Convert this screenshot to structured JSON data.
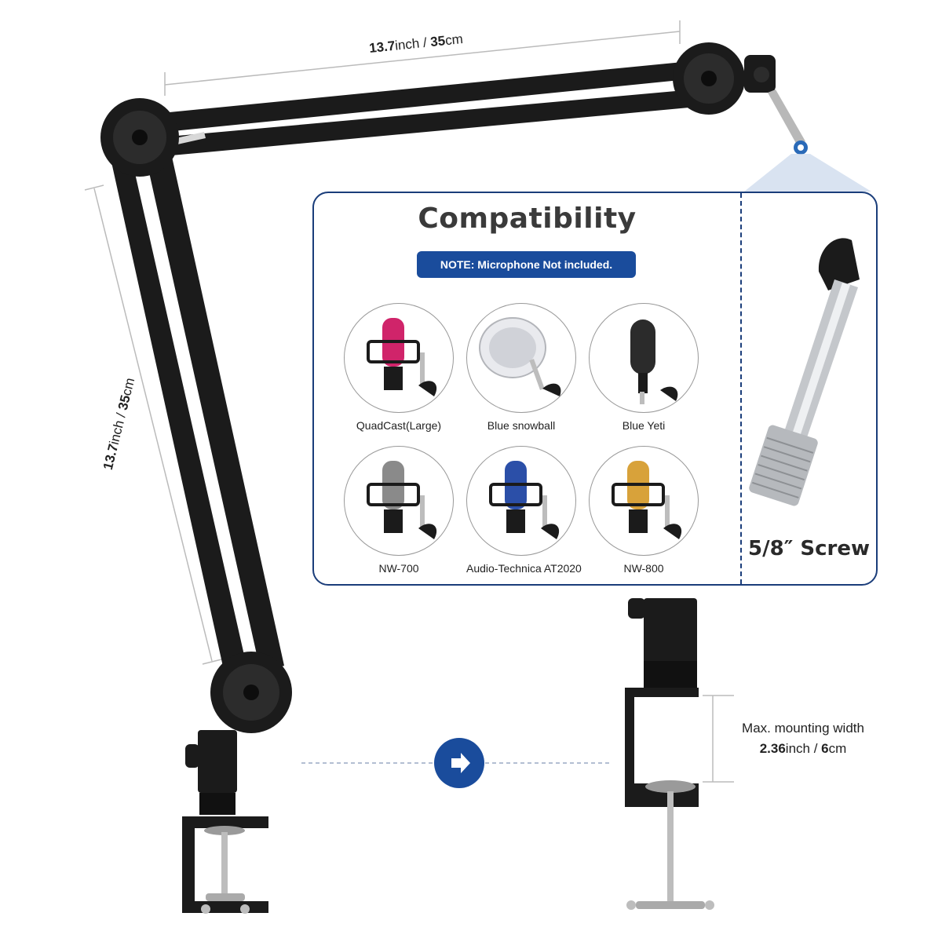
{
  "dimensions": {
    "top_arm": {
      "value_inch": "13.7",
      "unit_inch": "inch",
      "sep": " / ",
      "value_cm": "35",
      "unit_cm": "cm"
    },
    "side_arm": {
      "value_inch": "13.7",
      "unit_inch": "inch",
      "sep": " / ",
      "value_cm": "35",
      "unit_cm": "cm"
    }
  },
  "compatibility": {
    "title": "Compatibility",
    "note": "NOTE: Microphone Not included.",
    "microphones": [
      {
        "name": "QuadCast(Large)",
        "icon": "hyperx-quadcast-icon",
        "accent": "#d0246a"
      },
      {
        "name": "Blue snowball",
        "icon": "blue-snowball-icon",
        "accent": "#c9ccd2"
      },
      {
        "name": "Blue Yeti",
        "icon": "blue-yeti-icon",
        "accent": "#2b2b2b"
      },
      {
        "name": "NW-700",
        "icon": "nw700-icon",
        "accent": "#8a8a8a"
      },
      {
        "name": "Audio-Technica AT2020",
        "icon": "at2020-icon",
        "accent": "#2b4fa8"
      },
      {
        "name": "NW-800",
        "icon": "nw800-icon",
        "accent": "#d8a23a"
      }
    ]
  },
  "screw": {
    "label": "5/8″ Screw"
  },
  "clamp": {
    "label": "Max. mounting width",
    "value_inch": "2.36",
    "unit_inch": "inch",
    "sep": " / ",
    "value_cm": "6",
    "unit_cm": "cm"
  },
  "colors": {
    "brand": "#1a4c9c",
    "arm": "#1b1b1b"
  }
}
